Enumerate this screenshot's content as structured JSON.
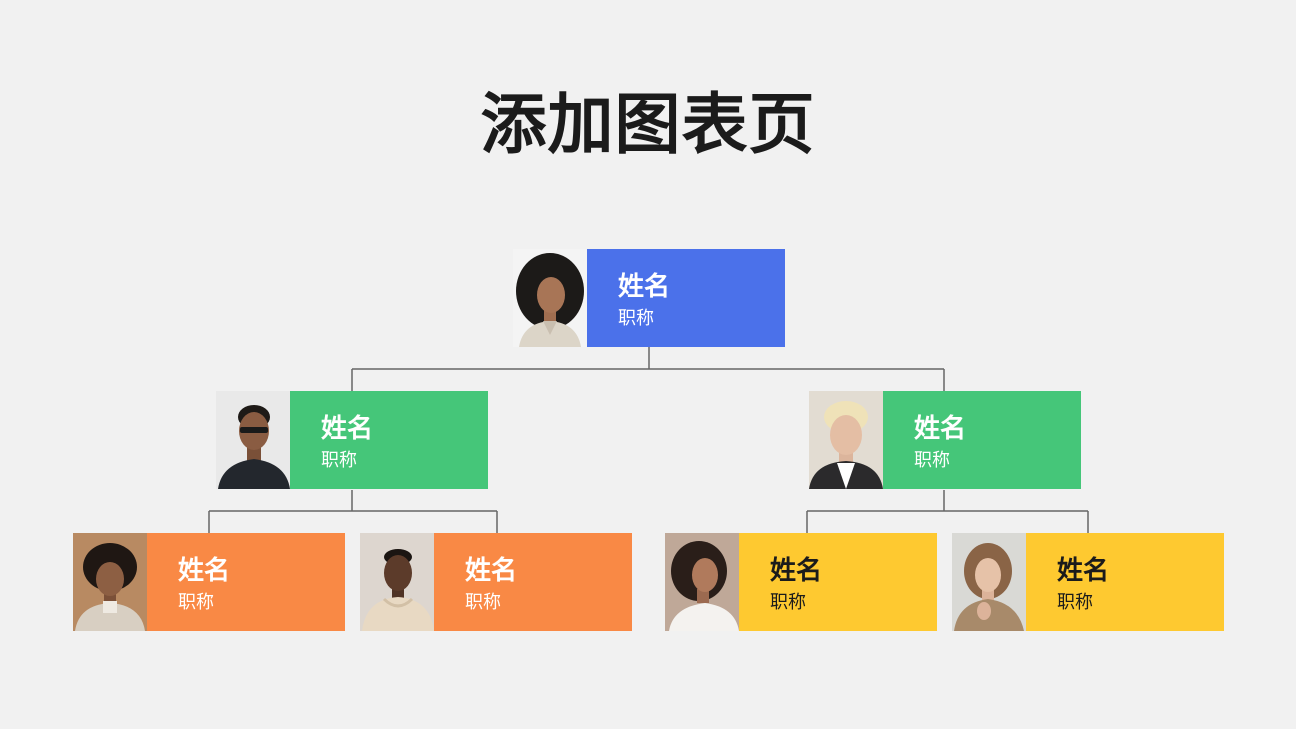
{
  "title": "添加图表页",
  "colors": {
    "background": "#f1f1f1",
    "level1": "#4b71ea",
    "level2": "#45c679",
    "level3_left": "#f98945",
    "level3_right": "#fec930",
    "connector": "#666666"
  },
  "nodes": {
    "root": {
      "name": "姓名",
      "role": "职称"
    },
    "mid_left": {
      "name": "姓名",
      "role": "职称"
    },
    "mid_right": {
      "name": "姓名",
      "role": "职称"
    },
    "leaf_1": {
      "name": "姓名",
      "role": "职称"
    },
    "leaf_2": {
      "name": "姓名",
      "role": "职称"
    },
    "leaf_3": {
      "name": "姓名",
      "role": "职称"
    },
    "leaf_4": {
      "name": "姓名",
      "role": "职称"
    }
  }
}
